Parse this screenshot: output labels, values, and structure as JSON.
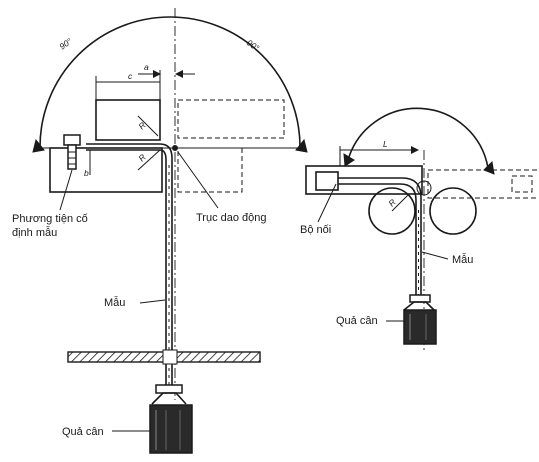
{
  "labels": {
    "angle_left": "90°",
    "angle_right": "90°",
    "dim_a": "a",
    "dim_c": "c",
    "dim_b": "b",
    "dim_L": "L",
    "radius_left_1": "R",
    "radius_left_2": "R",
    "radius_right": "R",
    "clamp_device_line1": "Phương tiện cố",
    "clamp_device_line2": "định mẫu",
    "oscillation_axis": "Trục dao động",
    "specimen_left": "Mẫu",
    "specimen_right": "Mẫu",
    "connector": "Bộ nối",
    "weight_left": "Quả cân",
    "weight_right": "Quả cân"
  }
}
